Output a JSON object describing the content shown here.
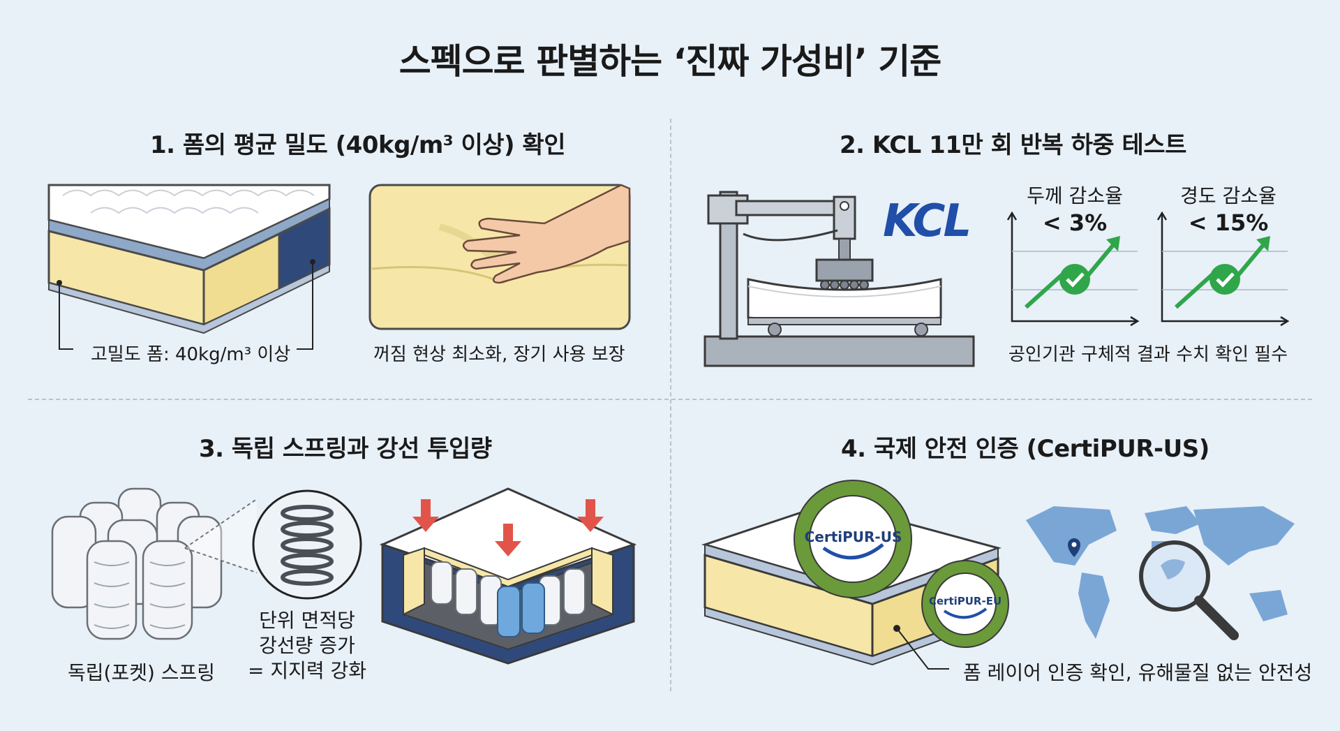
{
  "title": "스펙으로 판별하는 ‘진짜 가성비’ 기준",
  "sections": [
    {
      "title": "1. 폼의 평균 밀도 (40kg/m³ 이상) 확인",
      "caption_left": "고밀도 폼: 40kg/m³ 이상",
      "caption_right": "꺼짐 현상 최소화, 장기 사용 보장"
    },
    {
      "title": "2. KCL 11만 회 반복 하중 테스트",
      "logo": "KCL",
      "metric1_label": "두께 감소율",
      "metric1_value": "< 3%",
      "metric2_label": "경도 감소율",
      "metric2_value": "< 15%",
      "caption": "공인기관 구체적 결과 수치 확인 필수"
    },
    {
      "title": "3. 독립 스프링과 강선 투입량",
      "caption_left": "독립(포켓) 스프링",
      "caption_mid_1": "단위 면적당",
      "caption_mid_2": "강선량 증가",
      "caption_mid_3": "= 지지력 강화"
    },
    {
      "title": "4. 국제 안전 인증 (CertiPUR-US)",
      "badge_us": "CertiPUR-US",
      "badge_eu": "CertiPUR-EU",
      "caption": "폼 레이어 인증 확인, 유해물질 없는 안전성"
    }
  ],
  "colors": {
    "background": "#e8f0f8",
    "foam": "#f6e7a8",
    "navy": "#2f4a7a",
    "green": "#2fa64a",
    "badge_green": "#6a9a3a",
    "kcl_blue": "#1f4fa8",
    "red_arrow": "#e2544a",
    "map_blue": "#7aa6d6"
  }
}
